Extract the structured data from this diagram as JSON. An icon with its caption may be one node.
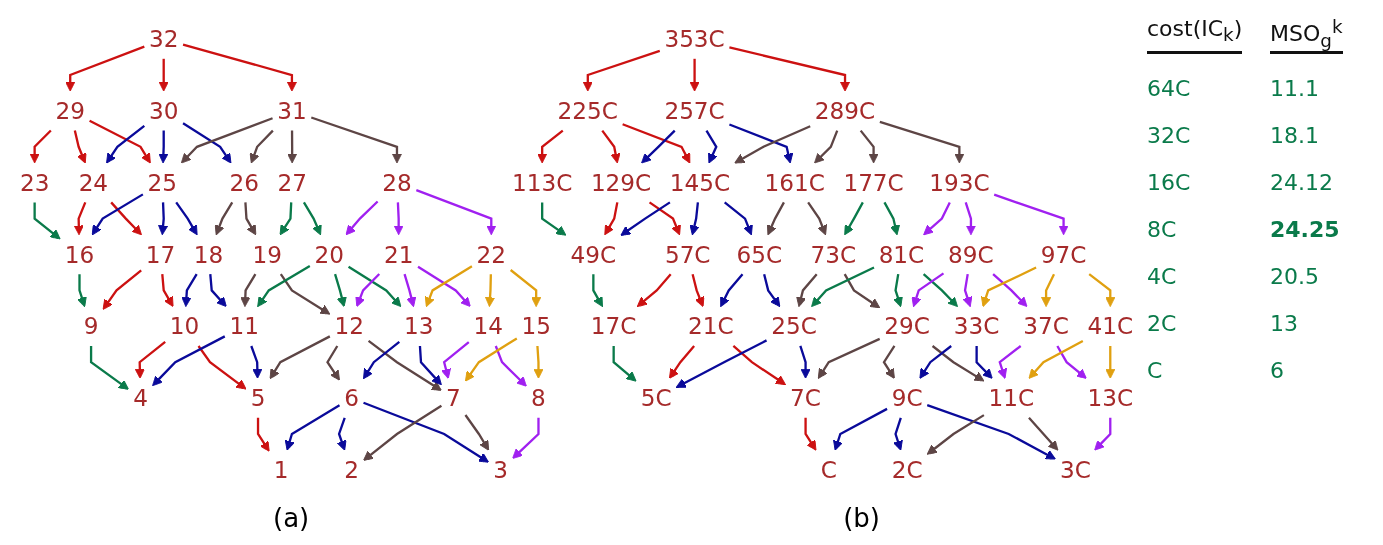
{
  "diagram": {
    "nodes": [
      {
        "text": [
          "32"
        ]
      },
      {
        "text": [
          "29"
        ]
      },
      {
        "text": [
          "30"
        ]
      },
      {
        "text": [
          "31"
        ]
      },
      {
        "text": [
          "23"
        ]
      },
      {
        "text": [
          "24"
        ]
      },
      {
        "text": [
          "25"
        ]
      },
      {
        "text": [
          "26"
        ]
      },
      {
        "text": [
          "27"
        ]
      },
      {
        "text": [
          "28"
        ]
      },
      {
        "text": [
          "16"
        ]
      },
      {
        "text": [
          "17"
        ]
      },
      {
        "text": [
          "18"
        ]
      },
      {
        "text": [
          "19"
        ]
      },
      {
        "text": [
          "20"
        ]
      },
      {
        "text": [
          "21"
        ]
      },
      {
        "text": [
          "22"
        ]
      },
      {
        "text": [
          "9"
        ]
      },
      {
        "text": [
          "10"
        ]
      },
      {
        "text": [
          "11"
        ]
      },
      {
        "text": [
          "12"
        ]
      },
      {
        "text": [
          "13"
        ]
      },
      {
        "text": [
          "14"
        ]
      },
      {
        "text": [
          "15"
        ]
      },
      {
        "text": [
          "4"
        ]
      },
      {
        "text": [
          "5"
        ]
      },
      {
        "text": [
          "6"
        ]
      },
      {
        "text": [
          "7"
        ]
      },
      {
        "text": [
          "8"
        ]
      },
      {
        "text": [
          "1"
        ]
      },
      {
        "text": [
          "2"
        ]
      },
      {
        "text": [
          "3"
        ]
      },
      {
        "text": [
          "353C"
        ]
      },
      {
        "text": [
          "225C"
        ]
      },
      {
        "text": [
          "257C"
        ]
      },
      {
        "text": [
          "289C"
        ]
      },
      {
        "text": [
          "113C"
        ]
      },
      {
        "text": [
          "129C"
        ]
      },
      {
        "text": [
          "145C"
        ]
      },
      {
        "text": [
          "161C"
        ]
      },
      {
        "text": [
          "177C"
        ]
      },
      {
        "text": [
          "193C"
        ]
      },
      {
        "text": [
          "49C"
        ]
      },
      {
        "text": [
          "57C"
        ]
      },
      {
        "text": [
          "65C"
        ]
      },
      {
        "text": [
          "73C"
        ]
      },
      {
        "text": [
          "81C"
        ]
      },
      {
        "text": [
          "89C"
        ]
      },
      {
        "text": [
          "97C"
        ]
      },
      {
        "text": [
          "17C"
        ]
      },
      {
        "text": [
          "21C"
        ]
      },
      {
        "text": [
          "25C"
        ]
      },
      {
        "text": [
          "29C"
        ]
      },
      {
        "text": [
          "33C"
        ]
      },
      {
        "text": [
          "37C"
        ]
      },
      {
        "text": [
          "41C"
        ]
      },
      {
        "text": [
          "5C"
        ]
      },
      {
        "text": [
          "7C"
        ]
      },
      {
        "text": [
          "9C"
        ]
      },
      {
        "text": [
          "11C"
        ]
      },
      {
        "text": [
          "13C"
        ]
      },
      {
        "text": [
          "C"
        ]
      },
      {
        "text": [
          "2C"
        ]
      },
      {
        "text": [
          "3C"
        ]
      }
    ],
    "edges": [
      {
        "from": 0,
        "to": 1,
        "arrow": "to",
        "color": "#cc1111"
      },
      {
        "from": 0,
        "to": 2,
        "arrow": "to",
        "color": "#cc1111"
      },
      {
        "from": 0,
        "to": 3,
        "arrow": "to",
        "color": "#cc1111"
      },
      {
        "from": 1,
        "to": 4,
        "arrow": "to",
        "color": "#cc1111"
      },
      {
        "from": 1,
        "to": 5,
        "arrow": "to",
        "color": "#cc1111"
      },
      {
        "from": 1,
        "to": 6,
        "arrow": "to",
        "color": "#cc1111"
      },
      {
        "from": 2,
        "to": 5,
        "arrow": "to",
        "color": "#0a0a9a"
      },
      {
        "from": 2,
        "to": 6,
        "arrow": "to",
        "color": "#0a0a9a"
      },
      {
        "from": 2,
        "to": 7,
        "arrow": "to",
        "color": "#0a0a9a"
      },
      {
        "from": 3,
        "to": 6,
        "arrow": "to",
        "color": "#5d4545"
      },
      {
        "from": 3,
        "to": 7,
        "arrow": "to",
        "color": "#5d4545"
      },
      {
        "from": 3,
        "to": 8,
        "arrow": "to",
        "color": "#5d4545"
      },
      {
        "from": 3,
        "to": 9,
        "arrow": "to",
        "color": "#5d4545"
      },
      {
        "from": 4,
        "to": 10,
        "arrow": "to",
        "color": "#0a7a4a"
      },
      {
        "from": 5,
        "to": 10,
        "arrow": "to",
        "color": "#cc1111"
      },
      {
        "from": 5,
        "to": 11,
        "arrow": "to",
        "color": "#cc1111"
      },
      {
        "from": 6,
        "to": 10,
        "arrow": "to",
        "color": "#0a0a9a"
      },
      {
        "from": 6,
        "to": 11,
        "arrow": "to",
        "color": "#0a0a9a"
      },
      {
        "from": 6,
        "to": 12,
        "arrow": "to",
        "color": "#0a0a9a"
      },
      {
        "from": 7,
        "to": 12,
        "arrow": "to",
        "color": "#5d4545"
      },
      {
        "from": 7,
        "to": 13,
        "arrow": "to",
        "color": "#5d4545"
      },
      {
        "from": 8,
        "to": 13,
        "arrow": "to",
        "color": "#0a7a4a"
      },
      {
        "from": 8,
        "to": 14,
        "arrow": "to",
        "color": "#0a7a4a"
      },
      {
        "from": 9,
        "to": 14,
        "arrow": "to",
        "color": "#a020f0"
      },
      {
        "from": 9,
        "to": 15,
        "arrow": "to",
        "color": "#a020f0"
      },
      {
        "from": 9,
        "to": 16,
        "arrow": "to",
        "color": "#a020f0"
      },
      {
        "from": 10,
        "to": 17,
        "arrow": "to",
        "color": "#0a7a4a"
      },
      {
        "from": 11,
        "to": 17,
        "arrow": "to",
        "color": "#cc1111"
      },
      {
        "from": 11,
        "to": 18,
        "arrow": "to",
        "color": "#cc1111"
      },
      {
        "from": 12,
        "to": 18,
        "arrow": "to",
        "color": "#0a0a9a"
      },
      {
        "from": 12,
        "to": 19,
        "arrow": "to",
        "color": "#0a0a9a"
      },
      {
        "from": 13,
        "to": 19,
        "arrow": "to",
        "color": "#5d4545"
      },
      {
        "from": 13,
        "to": 20,
        "arrow": "to",
        "color": "#5d4545"
      },
      {
        "from": 14,
        "to": 19,
        "arrow": "to",
        "color": "#0a7a4a"
      },
      {
        "from": 14,
        "to": 20,
        "arrow": "to",
        "color": "#0a7a4a"
      },
      {
        "from": 14,
        "to": 21,
        "arrow": "to",
        "color": "#0a7a4a"
      },
      {
        "from": 15,
        "to": 20,
        "arrow": "to",
        "color": "#a020f0"
      },
      {
        "from": 15,
        "to": 21,
        "arrow": "to",
        "color": "#a020f0"
      },
      {
        "from": 15,
        "to": 22,
        "arrow": "to",
        "color": "#a020f0"
      },
      {
        "from": 16,
        "to": 21,
        "arrow": "to",
        "color": "#e0a010"
      },
      {
        "from": 16,
        "to": 22,
        "arrow": "to",
        "color": "#e0a010"
      },
      {
        "from": 16,
        "to": 23,
        "arrow": "to",
        "color": "#e0a010"
      },
      {
        "from": 17,
        "to": 24,
        "arrow": "to",
        "color": "#0a7a4a"
      },
      {
        "from": 18,
        "to": 24,
        "arrow": "to",
        "color": "#cc1111"
      },
      {
        "from": 18,
        "to": 25,
        "arrow": "to",
        "color": "#cc1111"
      },
      {
        "from": 19,
        "to": 24,
        "arrow": "to",
        "color": "#0a0a9a"
      },
      {
        "from": 19,
        "to": 25,
        "arrow": "to",
        "color": "#0a0a9a"
      },
      {
        "from": 20,
        "to": 25,
        "arrow": "to",
        "color": "#5d4545"
      },
      {
        "from": 20,
        "to": 26,
        "arrow": "to",
        "color": "#5d4545"
      },
      {
        "from": 20,
        "to": 27,
        "arrow": "to",
        "color": "#5d4545"
      },
      {
        "from": 21,
        "to": 26,
        "arrow": "to",
        "color": "#0a0a9a"
      },
      {
        "from": 21,
        "to": 27,
        "arrow": "to",
        "color": "#0a0a9a"
      },
      {
        "from": 22,
        "to": 27,
        "arrow": "to",
        "color": "#a020f0"
      },
      {
        "from": 22,
        "to": 28,
        "arrow": "to",
        "color": "#a020f0"
      },
      {
        "from": 23,
        "to": 27,
        "arrow": "to",
        "color": "#e0a010"
      },
      {
        "from": 23,
        "to": 28,
        "arrow": "to",
        "color": "#e0a010"
      },
      {
        "from": 25,
        "to": 29,
        "arrow": "to",
        "color": "#cc1111"
      },
      {
        "from": 26,
        "to": 29,
        "arrow": "to",
        "color": "#0a0a9a"
      },
      {
        "from": 26,
        "to": 30,
        "arrow": "to",
        "color": "#0a0a9a"
      },
      {
        "from": 26,
        "to": 31,
        "arrow": "to",
        "color": "#0a0a9a"
      },
      {
        "from": 27,
        "to": 30,
        "arrow": "to",
        "color": "#5d4545"
      },
      {
        "from": 27,
        "to": 31,
        "arrow": "to",
        "color": "#5d4545"
      },
      {
        "from": 28,
        "to": 31,
        "arrow": "to",
        "color": "#a020f0"
      },
      {
        "from": 32,
        "to": 33,
        "arrow": "to",
        "color": "#cc1111"
      },
      {
        "from": 32,
        "to": 34,
        "arrow": "to",
        "color": "#cc1111"
      },
      {
        "from": 32,
        "to": 35,
        "arrow": "to",
        "color": "#cc1111"
      },
      {
        "from": 33,
        "to": 36,
        "arrow": "to",
        "color": "#cc1111"
      },
      {
        "from": 33,
        "to": 37,
        "arrow": "to",
        "color": "#cc1111"
      },
      {
        "from": 33,
        "to": 38,
        "arrow": "to",
        "color": "#cc1111"
      },
      {
        "from": 34,
        "to": 37,
        "arrow": "to",
        "color": "#0a0a9a"
      },
      {
        "from": 34,
        "to": 38,
        "arrow": "to",
        "color": "#0a0a9a"
      },
      {
        "from": 34,
        "to": 39,
        "arrow": "to",
        "color": "#0a0a9a"
      },
      {
        "from": 35,
        "to": 38,
        "arrow": "to",
        "color": "#5d4545"
      },
      {
        "from": 35,
        "to": 39,
        "arrow": "to",
        "color": "#5d4545"
      },
      {
        "from": 35,
        "to": 40,
        "arrow": "to",
        "color": "#5d4545"
      },
      {
        "from": 35,
        "to": 41,
        "arrow": "to",
        "color": "#5d4545"
      },
      {
        "from": 36,
        "to": 42,
        "arrow": "to",
        "color": "#0a7a4a"
      },
      {
        "from": 37,
        "to": 42,
        "arrow": "to",
        "color": "#cc1111"
      },
      {
        "from": 37,
        "to": 43,
        "arrow": "to",
        "color": "#cc1111"
      },
      {
        "from": 38,
        "to": 42,
        "arrow": "to",
        "color": "#0a0a9a"
      },
      {
        "from": 38,
        "to": 43,
        "arrow": "to",
        "color": "#0a0a9a"
      },
      {
        "from": 38,
        "to": 44,
        "arrow": "to",
        "color": "#0a0a9a"
      },
      {
        "from": 39,
        "to": 44,
        "arrow": "to",
        "color": "#5d4545"
      },
      {
        "from": 39,
        "to": 45,
        "arrow": "to",
        "color": "#5d4545"
      },
      {
        "from": 40,
        "to": 45,
        "arrow": "to",
        "color": "#0a7a4a"
      },
      {
        "from": 40,
        "to": 46,
        "arrow": "to",
        "color": "#0a7a4a"
      },
      {
        "from": 41,
        "to": 46,
        "arrow": "to",
        "color": "#a020f0"
      },
      {
        "from": 41,
        "to": 47,
        "arrow": "to",
        "color": "#a020f0"
      },
      {
        "from": 41,
        "to": 48,
        "arrow": "to",
        "color": "#a020f0"
      },
      {
        "from": 42,
        "to": 49,
        "arrow": "to",
        "color": "#0a7a4a"
      },
      {
        "from": 43,
        "to": 49,
        "arrow": "to",
        "color": "#cc1111"
      },
      {
        "from": 43,
        "to": 50,
        "arrow": "to",
        "color": "#cc1111"
      },
      {
        "from": 44,
        "to": 50,
        "arrow": "to",
        "color": "#0a0a9a"
      },
      {
        "from": 44,
        "to": 51,
        "arrow": "to",
        "color": "#0a0a9a"
      },
      {
        "from": 45,
        "to": 51,
        "arrow": "to",
        "color": "#5d4545"
      },
      {
        "from": 45,
        "to": 52,
        "arrow": "to",
        "color": "#5d4545"
      },
      {
        "from": 46,
        "to": 51,
        "arrow": "to",
        "color": "#0a7a4a"
      },
      {
        "from": 46,
        "to": 52,
        "arrow": "to",
        "color": "#0a7a4a"
      },
      {
        "from": 46,
        "to": 53,
        "arrow": "to",
        "color": "#0a7a4a"
      },
      {
        "from": 47,
        "to": 52,
        "arrow": "to",
        "color": "#a020f0"
      },
      {
        "from": 47,
        "to": 53,
        "arrow": "to",
        "color": "#a020f0"
      },
      {
        "from": 47,
        "to": 54,
        "arrow": "to",
        "color": "#a020f0"
      },
      {
        "from": 48,
        "to": 53,
        "arrow": "to",
        "color": "#e0a010"
      },
      {
        "from": 48,
        "to": 54,
        "arrow": "to",
        "color": "#e0a010"
      },
      {
        "from": 48,
        "to": 55,
        "arrow": "to",
        "color": "#e0a010"
      },
      {
        "from": 49,
        "to": 56,
        "arrow": "to",
        "color": "#0a7a4a"
      },
      {
        "from": 50,
        "to": 56,
        "arrow": "to",
        "color": "#cc1111"
      },
      {
        "from": 50,
        "to": 57,
        "arrow": "to",
        "color": "#cc1111"
      },
      {
        "from": 51,
        "to": 56,
        "arrow": "to",
        "color": "#0a0a9a"
      },
      {
        "from": 51,
        "to": 57,
        "arrow": "to",
        "color": "#0a0a9a"
      },
      {
        "from": 52,
        "to": 57,
        "arrow": "to",
        "color": "#5d4545"
      },
      {
        "from": 52,
        "to": 58,
        "arrow": "to",
        "color": "#5d4545"
      },
      {
        "from": 52,
        "to": 59,
        "arrow": "to",
        "color": "#5d4545"
      },
      {
        "from": 53,
        "to": 58,
        "arrow": "to",
        "color": "#0a0a9a"
      },
      {
        "from": 53,
        "to": 59,
        "arrow": "to",
        "color": "#0a0a9a"
      },
      {
        "from": 54,
        "to": 59,
        "arrow": "to",
        "color": "#a020f0"
      },
      {
        "from": 54,
        "to": 60,
        "arrow": "to",
        "color": "#a020f0"
      },
      {
        "from": 55,
        "to": 59,
        "arrow": "to",
        "color": "#e0a010"
      },
      {
        "from": 55,
        "to": 60,
        "arrow": "to",
        "color": "#e0a010"
      },
      {
        "from": 57,
        "to": 61,
        "arrow": "to",
        "color": "#cc1111"
      },
      {
        "from": 58,
        "to": 61,
        "arrow": "to",
        "color": "#0a0a9a"
      },
      {
        "from": 58,
        "to": 62,
        "arrow": "to",
        "color": "#0a0a9a"
      },
      {
        "from": 58,
        "to": 63,
        "arrow": "to",
        "color": "#0a0a9a"
      },
      {
        "from": 59,
        "to": 62,
        "arrow": "to",
        "color": "#5d4545"
      },
      {
        "from": 59,
        "to": 63,
        "arrow": "to",
        "color": "#5d4545"
      },
      {
        "from": 60,
        "to": 63,
        "arrow": "to",
        "color": "#a020f0"
      }
    ],
    "labels": [
      "cost(IC$_{k}$)",
      "MSO$_{g}$$^{k}$",
      "64C",
      "11.1",
      "32C",
      "18.1",
      "16C",
      "24.12",
      "8C",
      "24.25",
      "4C",
      "20.5",
      "2C",
      "13",
      "C",
      "6",
      "(a)",
      "(b)"
    ]
  }
}
